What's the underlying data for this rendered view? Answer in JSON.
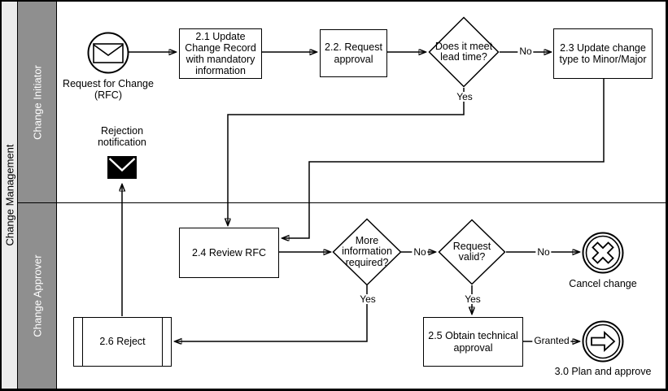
{
  "pool": {
    "label": "Change Management"
  },
  "lanes": {
    "initiator": {
      "label": "Change Initiator"
    },
    "approver": {
      "label": "Change Approver"
    }
  },
  "nodes": {
    "start": {
      "label": "Request for Change (RFC)",
      "icon": "envelope-outline-icon"
    },
    "task21": {
      "label": "2.1 Update Change Record with mandatory information"
    },
    "task22": {
      "label": "2.2. Request approval"
    },
    "gw_lead_time": {
      "label": "Does it meet lead time?"
    },
    "task23": {
      "label": "2.3 Update change type to Minor/Major"
    },
    "rejection": {
      "label": "Rejection notification",
      "icon": "envelope-filled-icon"
    },
    "task24": {
      "label": "2.4 Review RFC"
    },
    "gw_more_info": {
      "label": "More information required?"
    },
    "gw_request_valid": {
      "label": "Request valid?"
    },
    "end_cancel": {
      "label": "Cancel change",
      "icon": "x-cross-icon"
    },
    "task25": {
      "label": "2.5 Obtain technical approval"
    },
    "end_plan": {
      "label": "3.0 Plan and approve",
      "icon": "right-arrow-icon"
    },
    "task26": {
      "label": "2.6 Reject"
    }
  },
  "edge_labels": {
    "lead_time_no": "No",
    "lead_time_yes": "Yes",
    "more_info_no": "No",
    "more_info_yes": "Yes",
    "request_valid_no": "No",
    "request_valid_yes": "Yes",
    "granted": "Granted"
  },
  "colors": {
    "pool_header_fill": "#ececec",
    "lane_header_fill": "#8f8f8f",
    "lane_header_text": "#ffffff",
    "stroke": "#000000",
    "background": "#ffffff"
  }
}
